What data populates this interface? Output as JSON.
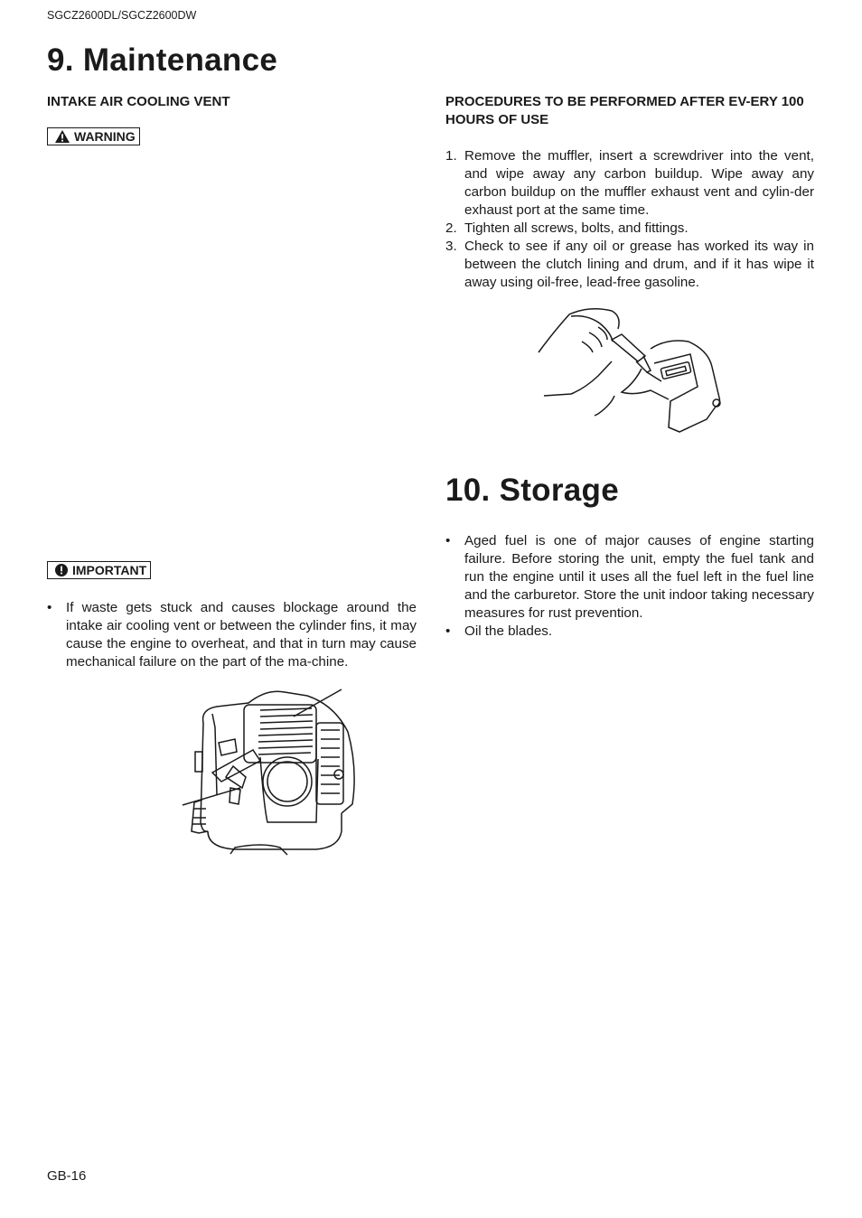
{
  "header": {
    "model": "SGCZ2600DL/SGCZ2600DW"
  },
  "maintenance": {
    "title": "9. Maintenance",
    "intake_heading": "INTAKE AIR COOLING VENT",
    "warning_label": "WARNING",
    "important_label": "IMPORTANT",
    "important_bullets": [
      "If waste gets stuck and causes blockage around the intake air cooling vent or between the cylinder fins, it may cause the engine to overheat, and that in turn may cause mechanical failure on the part of the ma-chine."
    ],
    "procedures_heading": "PROCEDURES TO BE PERFORMED AFTER EV-ERY 100 HOURS OF USE",
    "procedures": [
      {
        "num": "1.",
        "text": "Remove the muffler, insert a screwdriver into the vent, and wipe away any carbon buildup. Wipe away any carbon buildup on the muffler exhaust vent and cylin-der exhaust port at the same time."
      },
      {
        "num": "2.",
        "text": "Tighten all screws, bolts, and fittings."
      },
      {
        "num": "3.",
        "text": "Check to see if any oil or grease has worked its way in between the clutch lining and drum, and if it has wipe it away using oil-free, lead-free gasoline."
      }
    ]
  },
  "storage": {
    "title": "10. Storage",
    "bullets": [
      "Aged fuel is one of major causes of engine starting failure. Before storing the unit, empty the fuel tank and run the engine until it uses all the fuel left in the fuel line and the carburetor. Store the unit indoor taking necessary measures for rust prevention.",
      "Oil the blades."
    ]
  },
  "footer": {
    "page": "GB-16"
  },
  "icons": {
    "warning": "warning-triangle-icon",
    "important": "exclamation-circle-icon"
  }
}
